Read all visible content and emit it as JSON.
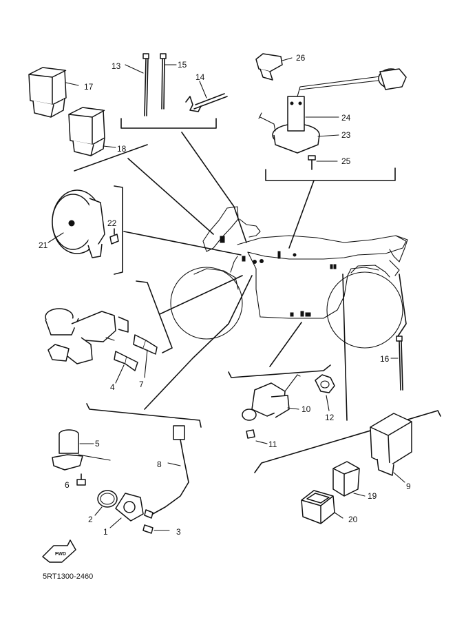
{
  "diagram": {
    "drawing_code": "5RT1300-2460",
    "direction_label": "FWD",
    "callouts": [
      "1",
      "2",
      "3",
      "4",
      "5",
      "6",
      "7",
      "8",
      "9",
      "10",
      "11",
      "12",
      "13",
      "14",
      "15",
      "16",
      "17",
      "18",
      "19",
      "20",
      "21",
      "22",
      "23",
      "24",
      "25",
      "26"
    ]
  }
}
